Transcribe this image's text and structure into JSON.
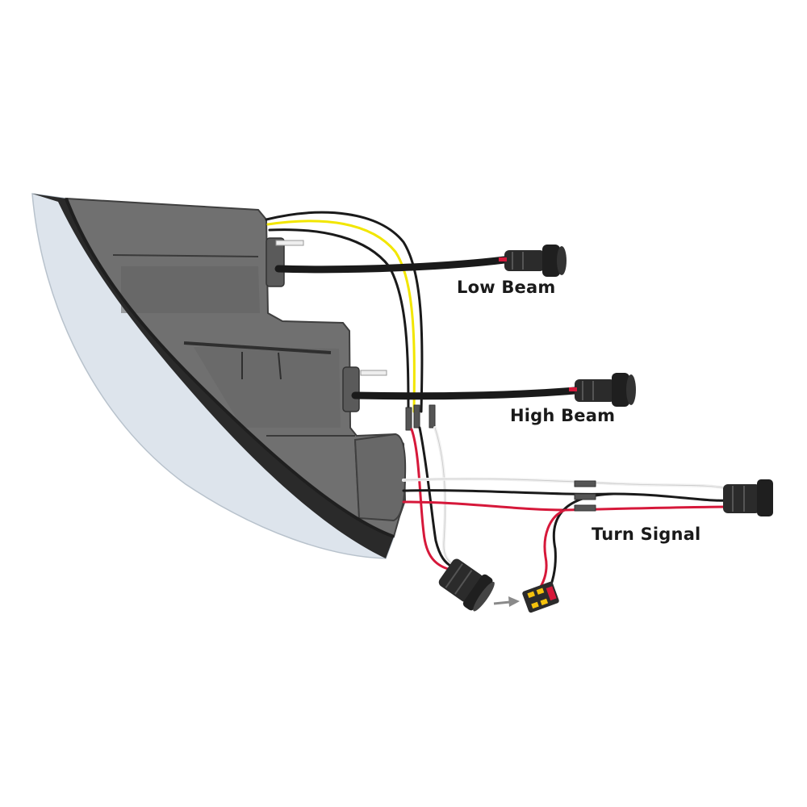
{
  "labels": {
    "low_beam": "Low Beam",
    "high_beam": "High Beam",
    "turn_signal": "Turn Signal"
  },
  "colors": {
    "lens": "#dde4ec",
    "housing": "#707070",
    "housing_dark": "#4a4a4a",
    "rim": "#2a2a2a",
    "wire_black": "#1a1a1a",
    "wire_yellow": "#f2e600",
    "wire_red": "#d6183a",
    "wire_white": "#f0f0f0",
    "connector": "#2b2b2b",
    "arrow": "#8a8a8a",
    "connector_accent": "#f4c20d"
  },
  "icons": {
    "connector_low": "connector-icon",
    "connector_high": "connector-icon",
    "connector_turn": "connector-icon",
    "connector_plug": "connector-icon",
    "connector_socket": "connector-icon",
    "arrow": "arrow-right-icon"
  }
}
